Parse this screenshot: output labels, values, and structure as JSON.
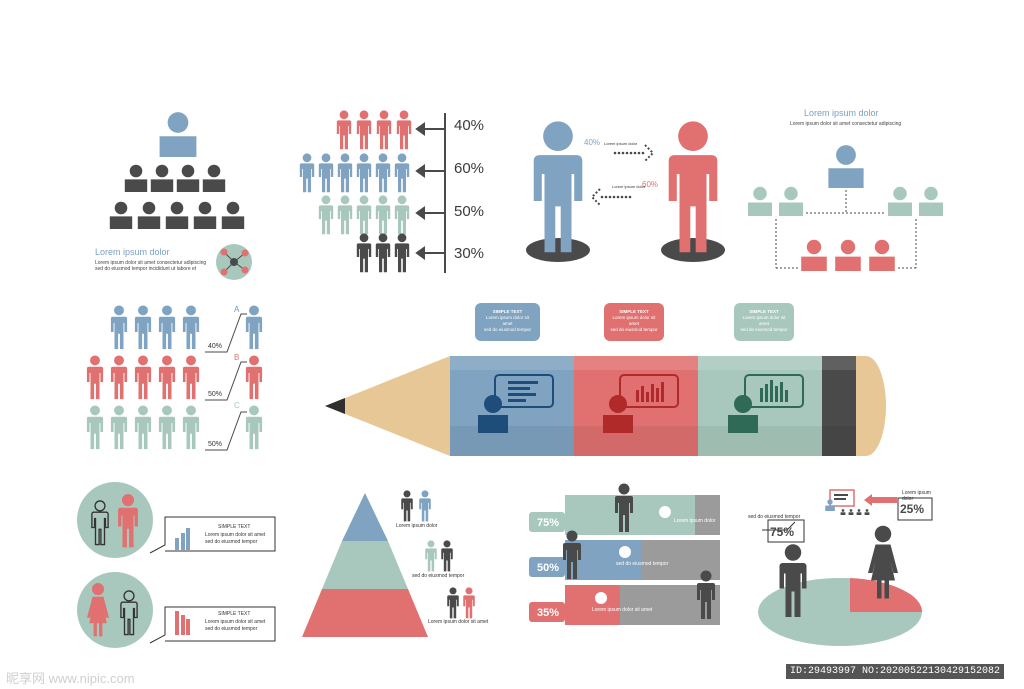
{
  "colors": {
    "blue": "#7fa3c1",
    "red": "#e07170",
    "green": "#a9c8bd",
    "dark": "#4a4a4a",
    "wood": "#e8c796",
    "gray": "#9b9b9b"
  },
  "section_pyramid_people": {
    "title": "Lorem ipsum dolor",
    "body_1": "Lorem ipsum dolor sit amet  consectetur adipiscing",
    "body_2": "sed do eiusmod tempor incididunt ut labore et"
  },
  "section_ladder": {
    "percents": [
      "40%",
      "60%",
      "50%",
      "30%"
    ]
  },
  "section_transfer": {
    "left_pct": "40%",
    "right_pct": "60%",
    "caption": "Lorem ipsum dolor"
  },
  "section_org": {
    "title": "Lorem ipsum dolor",
    "body": "Lorem ipsum dolor sit amet  consectetur adipiscing"
  },
  "section_abc": {
    "letters": [
      "A",
      "B",
      "C"
    ],
    "percents": [
      "40%",
      "50%",
      "50%"
    ]
  },
  "section_pencil": {
    "bubbles": [
      {
        "title": "SIMPLE TEXT",
        "line1": "Lorem ipsum dolor sit amet",
        "line2": "sed do eiusmod tempor"
      },
      {
        "title": "SIMPLE TEXT",
        "line1": "Lorem ipsum dolor sit amet",
        "line2": "sed do eiusmod tempor"
      },
      {
        "title": "SIMPLE TEXT",
        "line1": "Lorem ipsum dolor sit amet",
        "line2": "sed do eiusmod tempor"
      }
    ]
  },
  "section_circles": {
    "items": [
      {
        "title": "SIMPLE TEXT",
        "line1": "Lorem ipsum dolor sit amet",
        "line2": "sed do eiusmod tempor"
      },
      {
        "title": "SIMPLE TEXT",
        "line1": "Lorem ipsum dolor sit amet",
        "line2": "sed do eiusmod tempor"
      }
    ]
  },
  "section_triangle": {
    "labels": [
      "Lorem ipsum dolor",
      "sed do eiusmod tempor",
      "Lorem ipsum dolor sit amet"
    ]
  },
  "section_bars": {
    "rows": [
      {
        "pct": "75%",
        "text": "Lorem ipsum dolor"
      },
      {
        "pct": "50%",
        "text": "sed do eiusmod tempor"
      },
      {
        "pct": "35%",
        "text": "Lorem ipsum dolor sit amet"
      }
    ]
  },
  "section_pie": {
    "pct_left": "75%",
    "pct_right": "25%",
    "label_left": "sed do eiusmod tempor",
    "label_right": "Lorem ipsum dolor"
  },
  "watermark": {
    "left": "昵享网 www.nipic.com",
    "id": "ID:29493997 NO:20200522130429152082"
  }
}
